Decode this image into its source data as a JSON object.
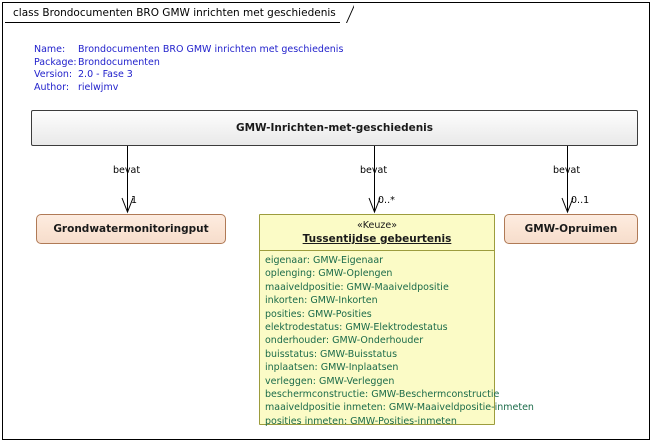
{
  "diagram": {
    "title_tab": "class Brondocumenten BRO GMW inrichten met geschiedenis",
    "metadata": [
      {
        "key": "Name:",
        "value": "Brondocumenten BRO GMW inrichten met geschiedenis"
      },
      {
        "key": "Package:",
        "value": "Brondocumenten"
      },
      {
        "key": "Version:",
        "value": "2.0 - Fase 3"
      },
      {
        "key": "Author:",
        "value": "rielwjmv"
      }
    ],
    "meta_color": "#2222cc"
  },
  "root_class": {
    "name": "GMW-Inrichten-met-geschiedenis",
    "fill": "#f2f2f2"
  },
  "connectors": [
    {
      "label": "bevat",
      "multiplicity": "1"
    },
    {
      "label": "bevat",
      "multiplicity": "0..*"
    },
    {
      "label": "bevat",
      "multiplicity": "0..1"
    }
  ],
  "classes": {
    "grondwatermonitoringput": {
      "name": "Grondwatermonitoringput",
      "fill": "#fae3d3"
    },
    "gmw_opruimen": {
      "name": "GMW-Opruimen",
      "fill": "#fae3d3"
    },
    "tussentijdse_gebeurtenis": {
      "stereotype": "«Keuze»",
      "name": "Tussentijdse gebeurtenis",
      "fill": "#fbfbc6",
      "attribute_color": "#1b6b4a",
      "attributes": [
        "eigenaar: GMW-Eigenaar",
        "oplenging: GMW-Oplengen",
        "maaiveldpositie: GMW-Maaiveldpositie",
        "inkorten: GMW-Inkorten",
        "posities: GMW-Posities",
        "elektrodestatus: GMW-Elektrodestatus",
        "onderhouder: GMW-Onderhouder",
        "buisstatus: GMW-Buisstatus",
        "inplaatsen: GMW-Inplaatsen",
        "verleggen: GMW-Verleggen",
        "beschermconstructie: GMW-Beschermconstructie",
        "maaiveldpositie inmeten: GMW-Maaiveldpositie-inmeten",
        "posities inmeten: GMW-Posities-inmeten"
      ]
    }
  }
}
